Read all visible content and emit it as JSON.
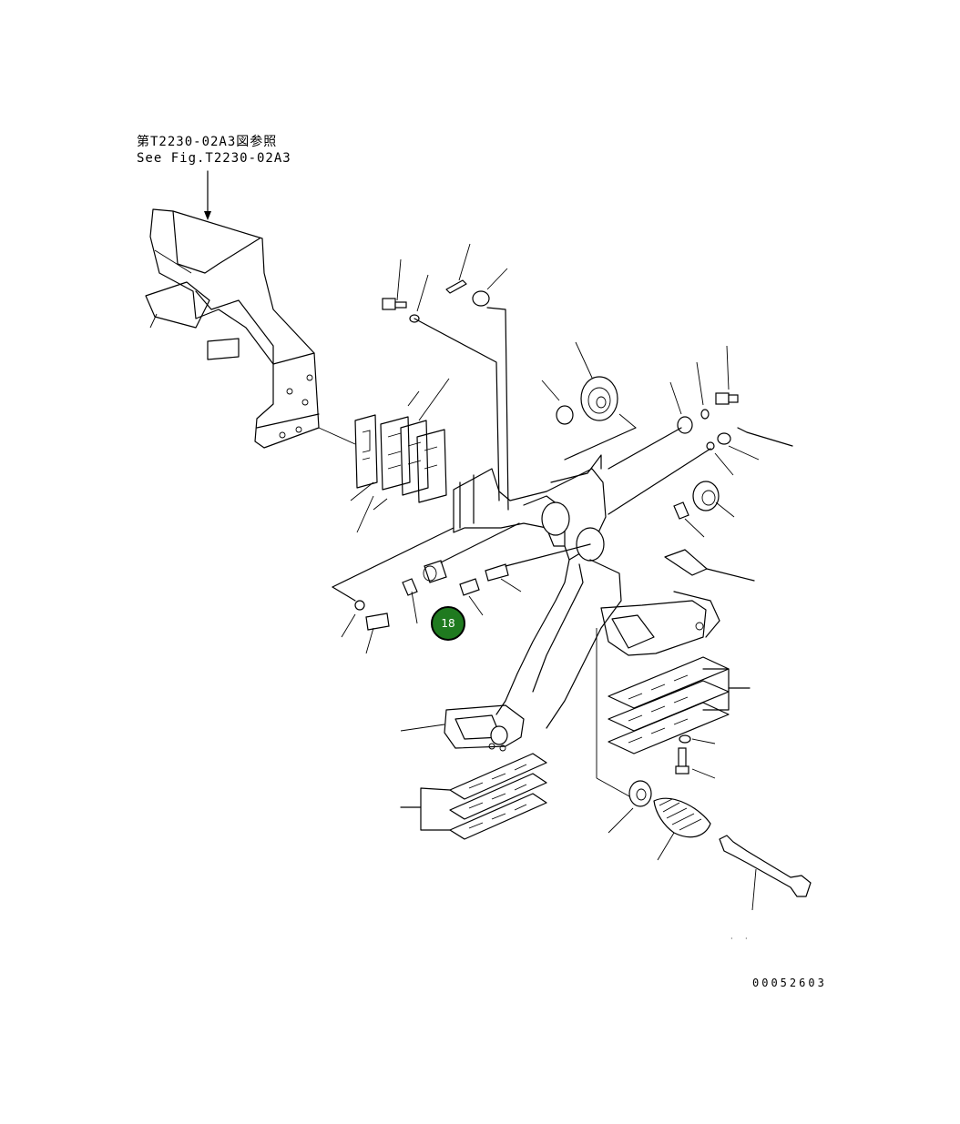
{
  "reference": {
    "line_jp": "第T2230-02A3図参照",
    "line_en": "See Fig.T2230-02A3"
  },
  "callout": {
    "label": "18",
    "color": "#1f7a1f"
  },
  "drawing_number": "00052603"
}
